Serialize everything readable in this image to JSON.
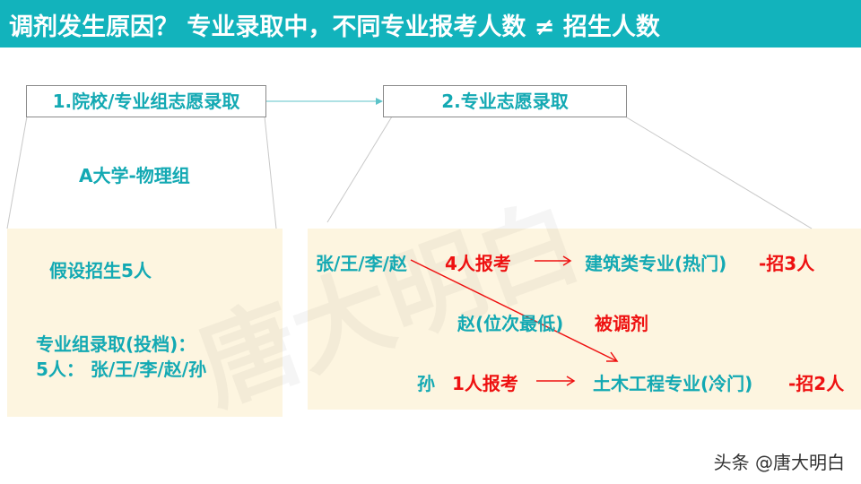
{
  "header": {
    "title": "调剂发生原因？ 专业录取中，不同专业报考人数 ≠ 招生人数"
  },
  "step1": {
    "label": "1.院校/专业组志愿录取"
  },
  "step2": {
    "label": "2.专业志愿录取"
  },
  "left": {
    "group": "A大学-物理组",
    "assume": "假设招生5人",
    "admit_label": "专业组录取(投档)：",
    "admit_list": "5人：  张/王/李/赵/孙"
  },
  "right": {
    "row1_names": "张/王/李/赵",
    "row1_count": "4人报考",
    "row1_major": "建筑类专业(热门)",
    "row1_quota": "-招3人",
    "mid_name": "赵(位次最低)",
    "mid_status": "被调剂",
    "row2_names": "孙",
    "row2_count": "1人报考",
    "row2_major": "土木工程专业(冷门)",
    "row2_quota": "-招2人"
  },
  "watermark": "唐大明白",
  "footer": "头条 @唐大明白",
  "colors": {
    "teal": "#12b3bc",
    "red": "#ee1111",
    "cream": "#fdf5e0"
  }
}
